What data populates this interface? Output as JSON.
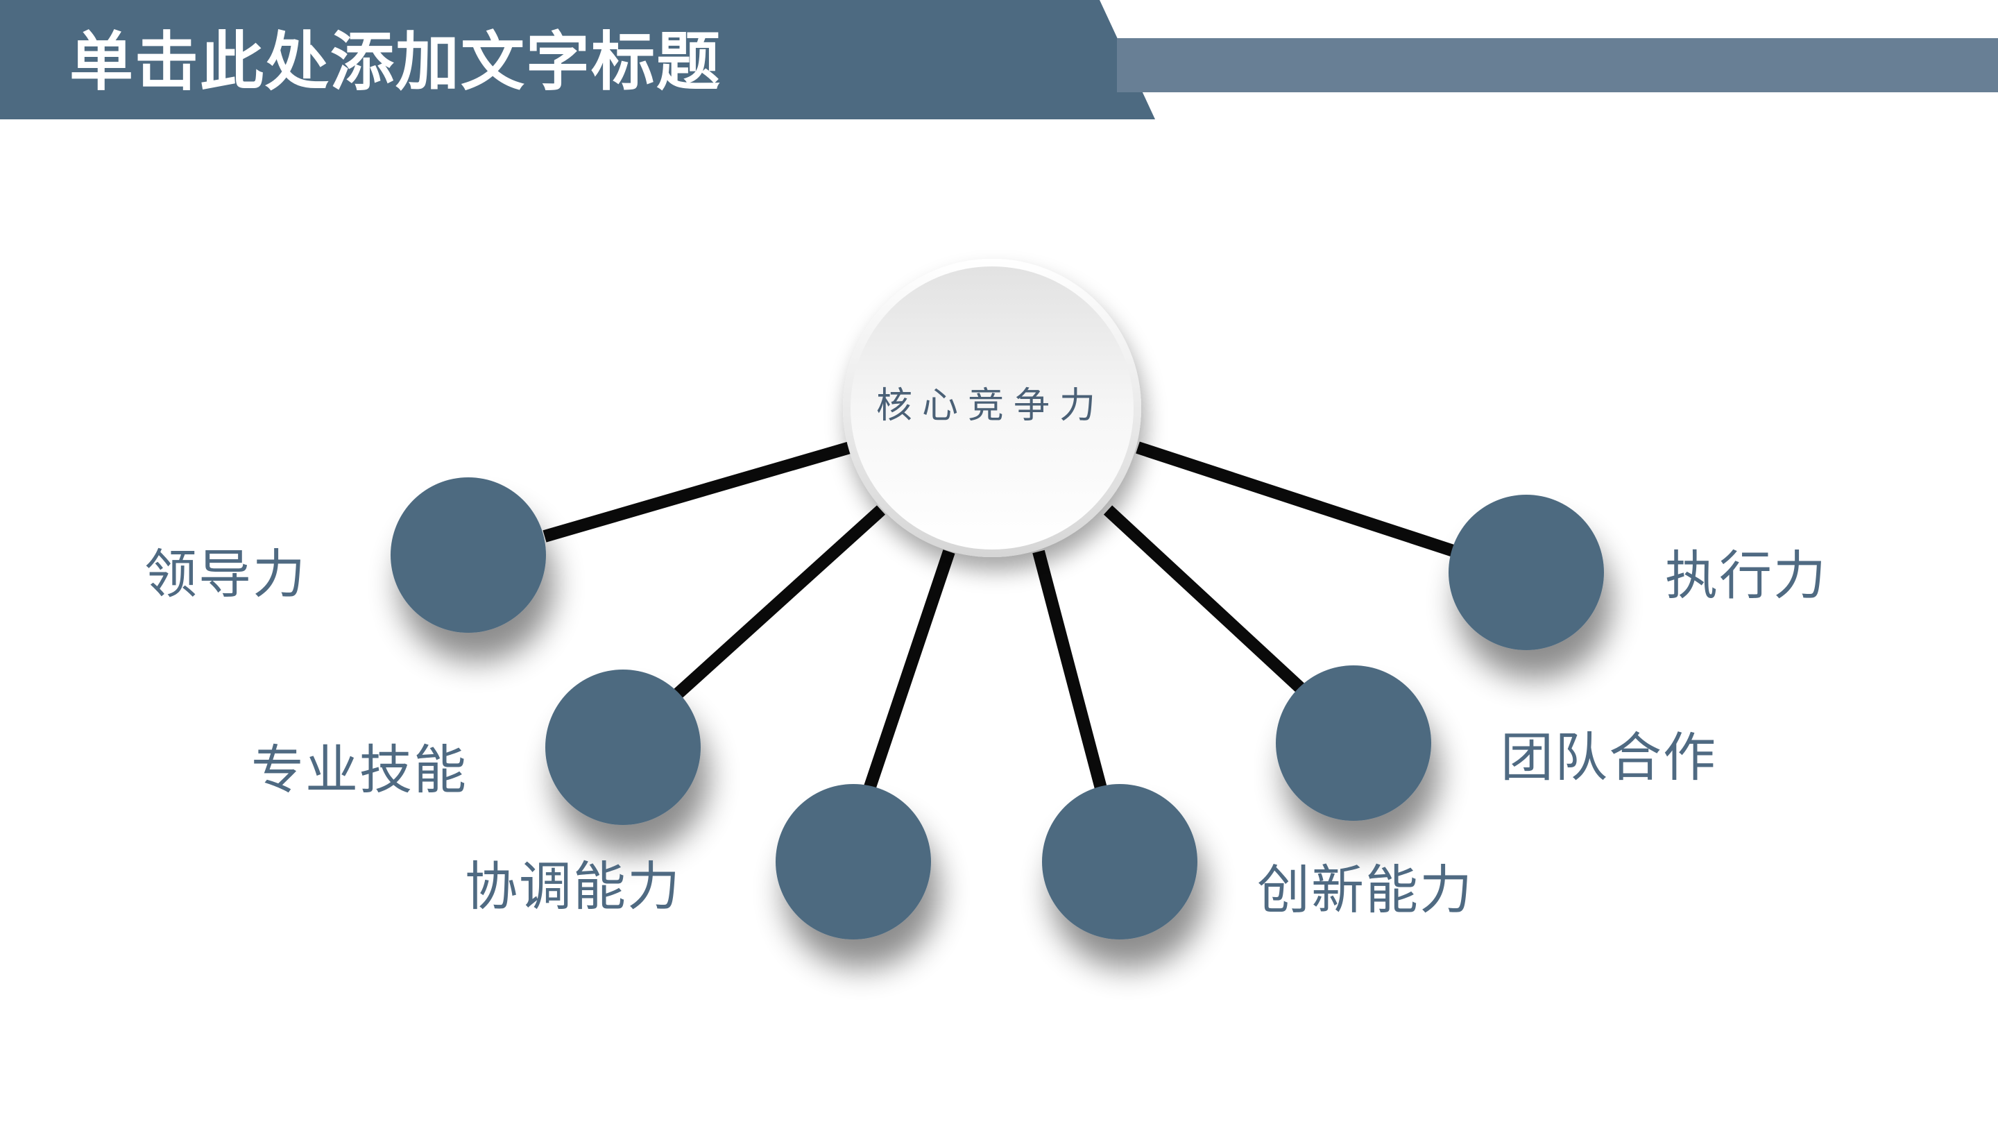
{
  "header": {
    "title": "单击此处添加文字标题"
  },
  "diagram": {
    "center": {
      "label": "核心竞争力"
    },
    "nodes": [
      {
        "id": "leadership",
        "label": "领导力"
      },
      {
        "id": "professional-skills",
        "label": "专业技能"
      },
      {
        "id": "coordination",
        "label": "协调能力"
      },
      {
        "id": "innovation",
        "label": "创新能力"
      },
      {
        "id": "teamwork",
        "label": "团队合作"
      },
      {
        "id": "execution",
        "label": "执行力"
      }
    ]
  },
  "colors": {
    "header_band": "#4d6a81",
    "header_stripe": "#687f95",
    "node_fill": "#4d6a80",
    "connector": "#0a0a0a",
    "label_text": "#4f6a82",
    "center_fill": "#ececec"
  }
}
